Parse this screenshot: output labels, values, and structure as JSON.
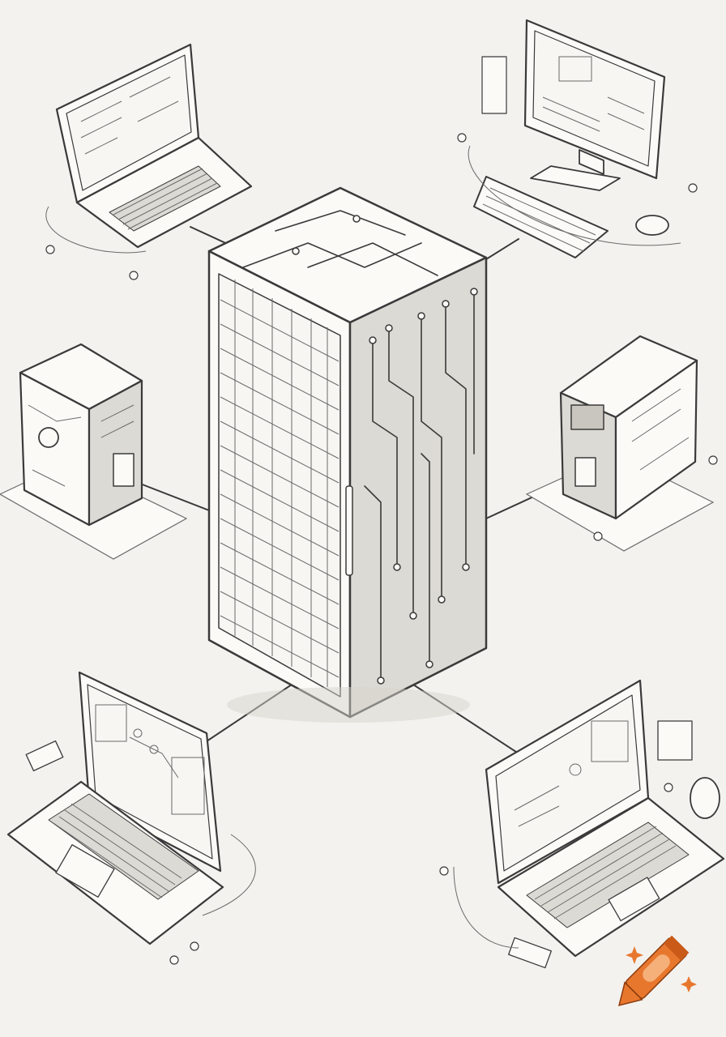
{
  "scene": {
    "center": "server-rack",
    "clients": [
      "laptop-top-left",
      "desktop-top-right",
      "tower-left",
      "tower-right",
      "laptop-bottom-left",
      "laptop-bottom-right"
    ]
  },
  "colors": {
    "paper": "#f3f2ee",
    "ink": "#3a3a3a",
    "accent": "#e8772e"
  },
  "icons": [
    "server-rack-icon",
    "laptop-icon",
    "desktop-monitor-icon",
    "tower-pc-icon",
    "mouse-icon",
    "crayon-logo-icon"
  ]
}
